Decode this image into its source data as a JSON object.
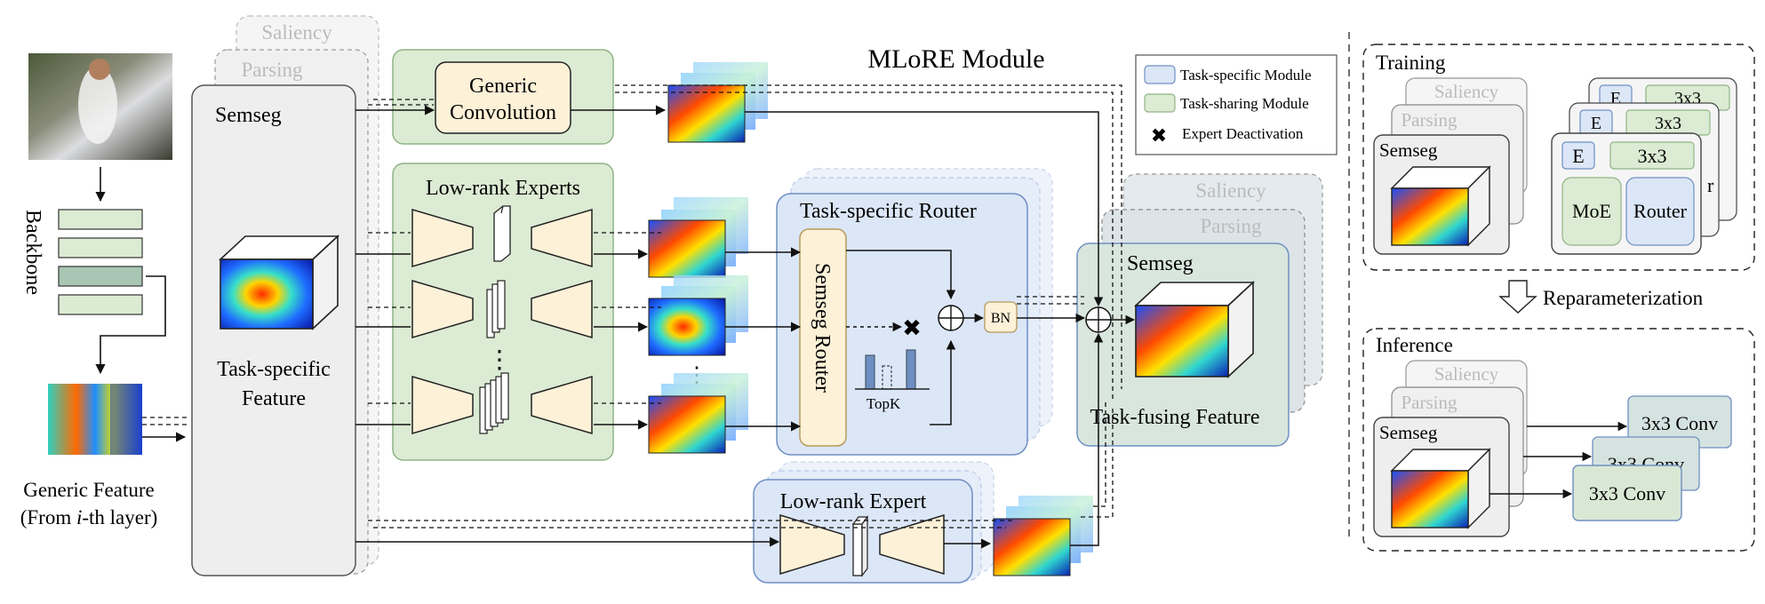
{
  "title": "MLoRE Module",
  "input": {
    "backbone_label": "Backbone",
    "generic_feature_line1": "Generic Feature",
    "generic_feature_line2_pre": "(From ",
    "generic_feature_line2_italic": "i",
    "generic_feature_line2_post": "-th layer)"
  },
  "task_stack": {
    "tasks": [
      "Saliency",
      "Parsing",
      "Semseg"
    ],
    "feature_line1": "Task-specific",
    "feature_line2": "Feature"
  },
  "generic_conv": {
    "line1": "Generic",
    "line2": "Convolution"
  },
  "low_rank_experts": {
    "title": "Low-rank Experts",
    "ellipsis": "⋮"
  },
  "router": {
    "title": "Task-specific Router",
    "vertical_label": "Semseg Router",
    "topk": "TopK",
    "deactivate_mark": "✖",
    "bn": "BN",
    "sum": "⊕"
  },
  "low_rank_expert_single": {
    "title": "Low-rank Expert"
  },
  "fusing": {
    "tasks": [
      "Saliency",
      "Parsing",
      "Semseg"
    ],
    "label": "Task-fusing Feature"
  },
  "legend": {
    "items": [
      {
        "label": "Task-specific Module",
        "color": "#dbe6f7"
      },
      {
        "label": "Task-sharing Module",
        "color": "#dcebd3"
      },
      {
        "label": "Expert Deactivation",
        "icon": "cross-icon"
      }
    ]
  },
  "training": {
    "title": "Training",
    "tasks": [
      "Saliency",
      "Parsing",
      "Semseg"
    ],
    "e_label": "E",
    "conv_label": "3x3",
    "moe_label": "MoE",
    "router_label": "Router",
    "router_peek": "r"
  },
  "reparam": {
    "arrow": "⇩",
    "label": "Reparameterization"
  },
  "inference": {
    "title": "Inference",
    "tasks": [
      "Saliency",
      "Parsing",
      "Semseg"
    ],
    "conv_label": "3x3 Conv"
  },
  "colors": {
    "task_specific": "#dbe6f7",
    "task_sharing": "#dcebd3",
    "cream": "#fdf1d8",
    "grey_panel": "#efefef"
  }
}
